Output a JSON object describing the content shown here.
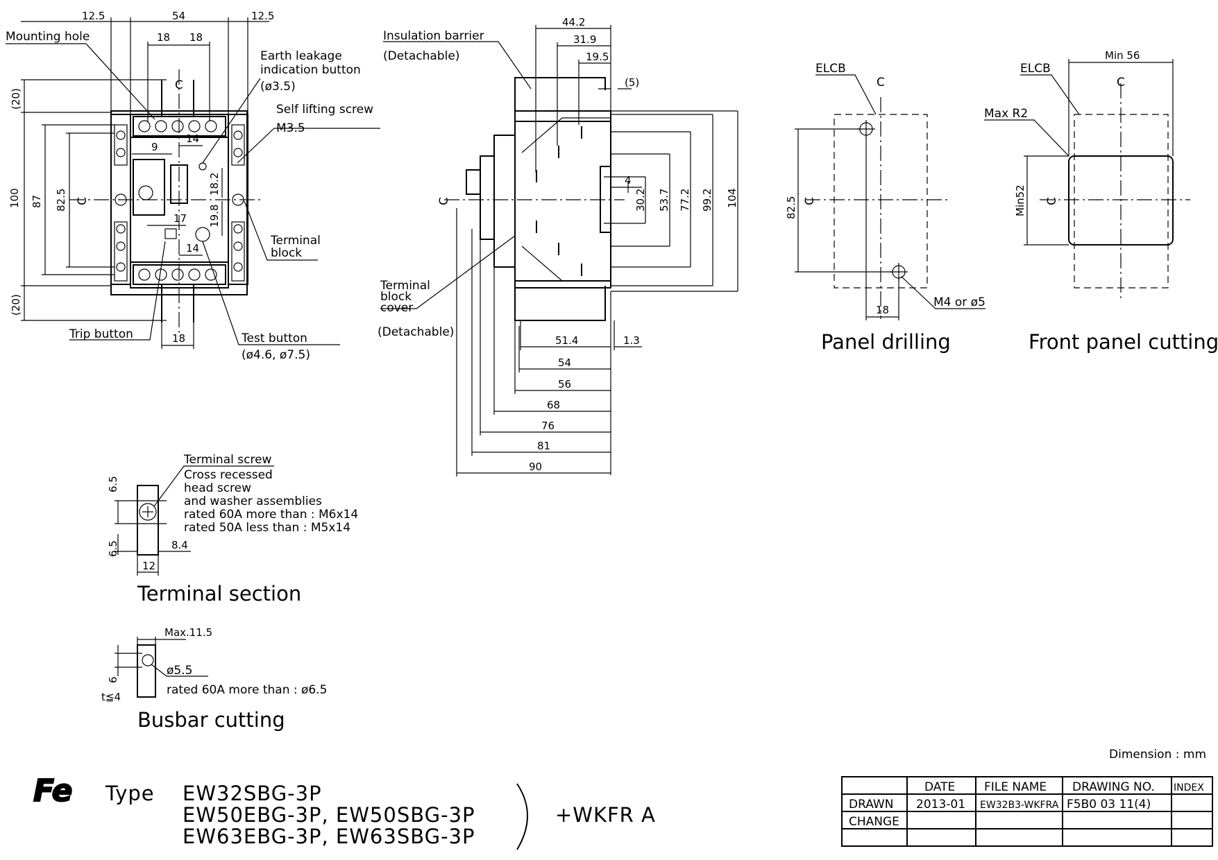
{
  "views": {
    "front": {
      "dimensions": {
        "d12_5_left": "12.5",
        "d54": "54",
        "d12_5_right": "12.5",
        "d18_a": "18",
        "d18_b": "18",
        "d20_top": "(20)",
        "d100": "100",
        "d87": "87",
        "d82_5": "82.5",
        "d9": "9",
        "d14_top": "14",
        "d18_2": "18.2",
        "d17": "17",
        "d19_8": "19.8",
        "d14_bottom": "14",
        "d20_bottom": "(20)",
        "d18_bottom": "18"
      },
      "labels": {
        "mounting_hole": "Mounting hole",
        "earth_leakage_1": "Earth leakage",
        "earth_leakage_2": "indication button",
        "earth_leakage_3": "(ø3.5)",
        "self_lifting": "Self lifting screw",
        "m3_5": "M3.5",
        "terminal_block_1": "Terminal",
        "terminal_block_2": "block",
        "trip_button": "Trip button",
        "test_button": "Test button",
        "test_button_dia": "(ø4.6, ø7.5)",
        "cl": "C"
      }
    },
    "side": {
      "dimensions": {
        "d44_2": "44.2",
        "d31_9": "31.9",
        "d19_5": "19.5",
        "d5": "(5)",
        "d4": "4",
        "d30_2": "30.2",
        "d53_7": "53.7",
        "d77_2": "77.2",
        "d99_2": "99.2",
        "d104": "104",
        "d51_4": "51.4",
        "d1_3": "1.3",
        "d54": "54",
        "d56": "56",
        "d68": "68",
        "d76": "76",
        "d81": "81",
        "d90": "90"
      },
      "labels": {
        "insulation_barrier": "Insulation barrier",
        "detachable_top": "(Detachable)",
        "terminal_cover_1": "Terminal",
        "terminal_cover_2": "block",
        "terminal_cover_3": "cover",
        "detachable_bottom": "(Detachable)",
        "cl": "C"
      }
    },
    "panel_drilling": {
      "title": "Panel drilling",
      "elcb": "ELCB",
      "d82_5": "82.5",
      "d18": "18",
      "screw": "M4 or ø5",
      "cl_top": "C",
      "cl_left": "C"
    },
    "front_panel_cutting": {
      "title": "Front panel cutting",
      "elcb": "ELCB",
      "min56": "Min 56",
      "maxr2": "Max R2",
      "min52": "Min52",
      "cl_top": "C",
      "cl_left": "C"
    },
    "terminal_section": {
      "title": "Terminal section",
      "terminal_screw": "Terminal screw",
      "line1": "Cross recessed",
      "line2": "head screw",
      "line3": "and washer assemblies",
      "line4": "rated 60A more than : M6x14",
      "line5": "rated 50A less than : M5x14",
      "d6_5_top": "6.5",
      "d6_5_bottom": "6.5",
      "d8_4": "8.4",
      "d12": "12"
    },
    "busbar": {
      "title": "Busbar cutting",
      "max11_5": "Max.11.5",
      "dia": "ø5.5",
      "rated": "rated 60A more than : ø6.5",
      "d6": "6",
      "t4": "t≦4"
    }
  },
  "footer": {
    "dimension_unit": "Dimension : mm",
    "logo": "Fe",
    "type_label": "Type",
    "type_line1": "EW32SBG-3P",
    "type_line2": "EW50EBG-3P, EW50SBG-3P",
    "type_line3": "EW63EBG-3P, EW63SBG-3P",
    "suffix": "+WKFR A"
  },
  "title_block": {
    "headers": [
      "",
      "DATE",
      "FILE NAME",
      "DRAWING NO.",
      "INDEX"
    ],
    "rows": [
      [
        "DRAWN",
        "2013-01",
        "EW32B3-WKFRA",
        "F5B0 03 11(4)",
        ""
      ],
      [
        "CHANGE",
        "",
        "",
        "",
        ""
      ],
      [
        "",
        "",
        "",
        "",
        ""
      ]
    ]
  }
}
